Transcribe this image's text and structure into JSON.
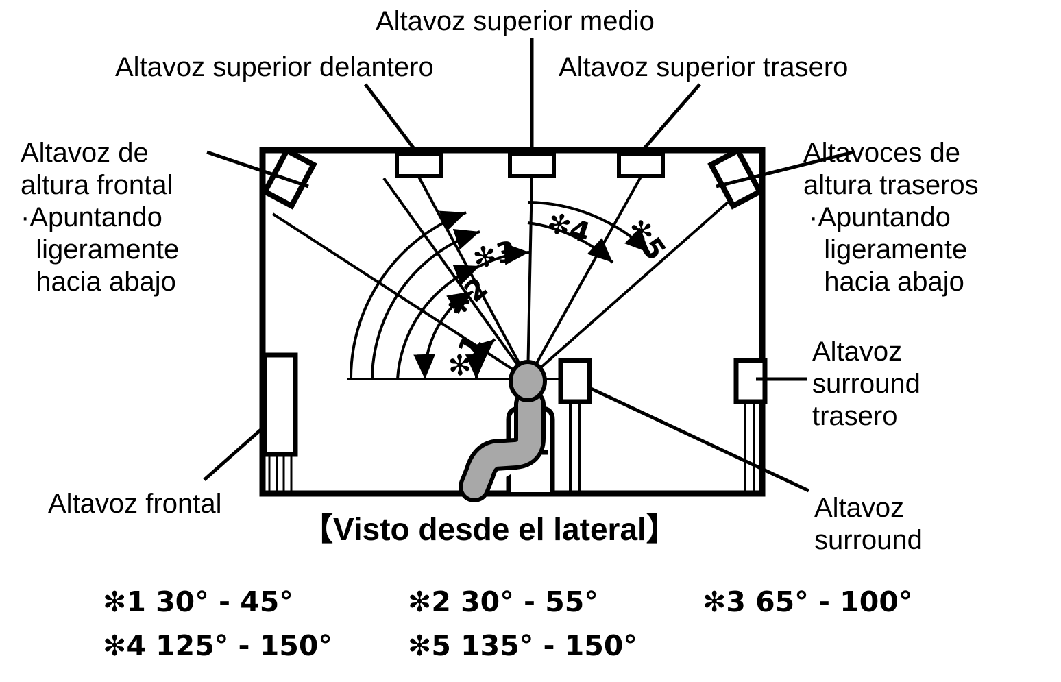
{
  "diagram": {
    "caption": "【Visto desde el lateral】",
    "view": "side view"
  },
  "labels": {
    "top_middle": "Altavoz superior medio",
    "top_front": "Altavoz superior delantero",
    "top_rear": "Altavoz superior trasero",
    "front_height_line1": "Altavoz de",
    "front_height_line2": "altura frontal",
    "front_height_note1": "·Apuntando",
    "front_height_note2": "  ligeramente",
    "front_height_note3": "  hacia abajo",
    "rear_height_line1": "Altavoces de",
    "rear_height_line2": "altura traseros",
    "rear_height_note1": "·Apuntando",
    "rear_height_note2": "  ligeramente",
    "rear_height_note3": "  hacia abajo",
    "surround_back_line1": "Altavoz",
    "surround_back_line2": "surround",
    "surround_back_line3": "trasero",
    "surround_line1": "Altavoz",
    "surround_line2": "surround",
    "front_speaker": "Altavoz frontal"
  },
  "angle_legend": [
    {
      "id": "*1",
      "marker": "✻1",
      "range": "30° - 45°",
      "text": "✻1 30° - 45°"
    },
    {
      "id": "*2",
      "marker": "✻2",
      "range": "30° - 55°",
      "text": "✻2 30° - 55°"
    },
    {
      "id": "*3",
      "marker": "✻3",
      "range": "65° - 100°",
      "text": "✻3 65° - 100°"
    },
    {
      "id": "*4",
      "marker": "✻4",
      "range": "125° - 150°",
      "text": "✻4 125° - 150°"
    },
    {
      "id": "*5",
      "marker": "✻5",
      "range": "135° - 150°",
      "text": "✻5 135° - 150°"
    }
  ],
  "arc_markers": {
    "a1": "✻1",
    "a2": "✻2",
    "a3": "✻3",
    "a4": "✻4",
    "a5": "✻5"
  },
  "colors": {
    "stroke": "#000000",
    "background": "#ffffff",
    "person_fill": "#a8a8a8"
  }
}
